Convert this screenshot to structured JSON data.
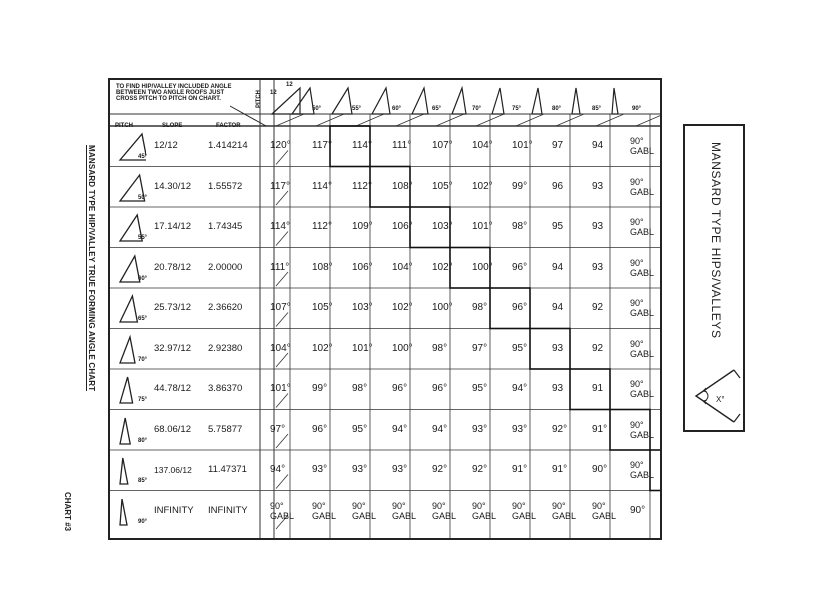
{
  "instructions": "TO FIND HIP/VALLEY INCLUDED ANGLE BETWEEN TWO ANGLE ROOFS JUST CROSS PITCH TO PITCH ON CHART.",
  "header": {
    "pitch": "PITCH",
    "slope": "SLOPE",
    "factor": "FACTOR",
    "side_pitch": "PITCH",
    "rise_twelve": "12",
    "run_twelve": "12"
  },
  "column_angles": [
    "50°",
    "55°",
    "60°",
    "65°",
    "70°",
    "75°",
    "80°",
    "85°",
    "90°"
  ],
  "rows": [
    {
      "angle": "45°",
      "slope": "12/12",
      "factor": "1.414214",
      "values": [
        "120°",
        "117°",
        "114°",
        "111°",
        "107°",
        "104°",
        "101°",
        "97",
        "94",
        "90° GABL"
      ]
    },
    {
      "angle": "50°",
      "slope": "14.30/12",
      "factor": "1.55572",
      "values": [
        "117°",
        "114°",
        "112°",
        "108°",
        "105°",
        "102°",
        "99°",
        "96",
        "93",
        "90° GABL"
      ]
    },
    {
      "angle": "55°",
      "slope": "17.14/12",
      "factor": "1.74345",
      "values": [
        "114°",
        "112°",
        "109°",
        "106°",
        "103°",
        "101°",
        "98°",
        "95",
        "93",
        "90° GABL"
      ]
    },
    {
      "angle": "60°",
      "slope": "20.78/12",
      "factor": "2.00000",
      "values": [
        "111°",
        "108°",
        "106°",
        "104°",
        "102°",
        "100°",
        "96°",
        "94",
        "93",
        "90° GABL"
      ]
    },
    {
      "angle": "65°",
      "slope": "25.73/12",
      "factor": "2.36620",
      "values": [
        "107°",
        "105°",
        "103°",
        "102°",
        "100°",
        "98°",
        "96°",
        "94",
        "92",
        "90° GABL"
      ]
    },
    {
      "angle": "70°",
      "slope": "32.97/12",
      "factor": "2.92380",
      "values": [
        "104°",
        "102°",
        "101°",
        "100°",
        "98°",
        "97°",
        "95°",
        "93",
        "92",
        "90° GABL"
      ]
    },
    {
      "angle": "75°",
      "slope": "44.78/12",
      "factor": "3.86370",
      "values": [
        "101°",
        "99°",
        "98°",
        "96°",
        "96°",
        "95°",
        "94°",
        "93",
        "91",
        "90° GABL"
      ]
    },
    {
      "angle": "80°",
      "slope": "68.06/12",
      "factor": "5.75877",
      "values": [
        "97°",
        "96°",
        "95°",
        "94°",
        "94°",
        "93°",
        "93°",
        "92°",
        "91°",
        "90° GABL"
      ]
    },
    {
      "angle": "85°",
      "slope": "137.06/12",
      "factor": "11.47371",
      "values": [
        "94°",
        "93°",
        "93°",
        "93°",
        "92°",
        "92°",
        "91°",
        "91°",
        "90°",
        "90° GABL"
      ]
    },
    {
      "angle": "90°",
      "slope": "INFINITY",
      "factor": "INFINITY",
      "values": [
        "90° GABL",
        "90° GABL",
        "90° GABL",
        "90° GABL",
        "90° GABL",
        "90° GABL",
        "90° GABL",
        "90° GABL",
        "90° GABL",
        "90°"
      ]
    }
  ],
  "left_title": "MANSARD TYPE HIP/VALLEY TRUE FORMING ANGLE CHART",
  "chart_number": "CHART #3",
  "right_title": "MANSARD TYPE HIPS/VALLEYS",
  "diagram_label": "X°"
}
